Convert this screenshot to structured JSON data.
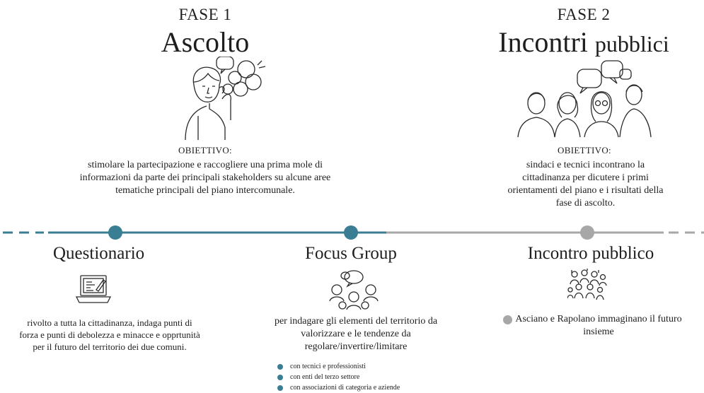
{
  "colors": {
    "teal": "#3a7e94",
    "gray": "#a7a7a7",
    "text": "#1e1e1e"
  },
  "phase1": {
    "label": "FASE 1",
    "title": "Ascolto",
    "icon": "listening-person-icon",
    "objective_label": "OBIETTIVO:",
    "objective_text": "stimolare la partecipazione e raccogliere una prima mole di informazioni da parte dei principali stakeholders su alcune aree tematiche principali del piano intercomunale."
  },
  "phase2": {
    "label": "FASE 2",
    "title_main": "Incontri",
    "title_small": "pubblici",
    "icon": "group-people-icon",
    "objective_label": "OBIETTIVO:",
    "objective_text": "sindaci e tecnici incontrano la cittadinanza per dicutere i primi orientamenti del piano e i risultati della fase di ascolto."
  },
  "steps": [
    {
      "title": "Questionario",
      "icon": "laptop-form-icon",
      "text": "rivolto a tutta la cittadinanza, indaga punti di forza e punti di debolezza e minacce e opprtunità per il futuro del territorio dei due comuni.",
      "color": "#3a7e94"
    },
    {
      "title": "Focus Group",
      "icon": "discussion-group-icon",
      "text": "per indagare gli elementi del territorio da valorizzare e le tendenze da regolare/invertire/limitare",
      "color": "#3a7e94",
      "bullets": [
        "con tecnici e professionisti",
        "con enti del terzo settore",
        "con associazioni di categoria e aziende"
      ]
    },
    {
      "title": "Incontro pubblico",
      "icon": "crowd-icon",
      "text": "Asciano e Rapolano immaginano il futuro insieme",
      "color": "#a7a7a7"
    }
  ]
}
